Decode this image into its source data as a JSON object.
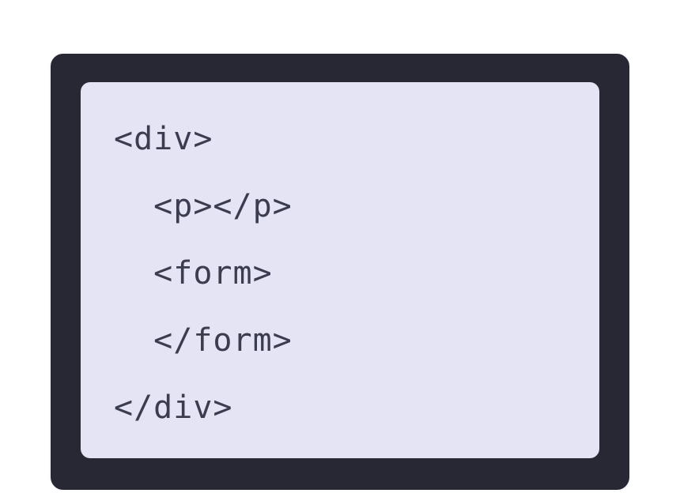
{
  "code_card": {
    "language": "html",
    "lines": [
      "<div>",
      "  <p></p>",
      "  <form>",
      "  </form>",
      "</div>"
    ]
  },
  "colors": {
    "page_background": "#ffffff",
    "card_background": "#272834",
    "card_border": "#fbfbfd",
    "panel_background": "#e4e4f5",
    "code_text": "#3b3c50"
  }
}
